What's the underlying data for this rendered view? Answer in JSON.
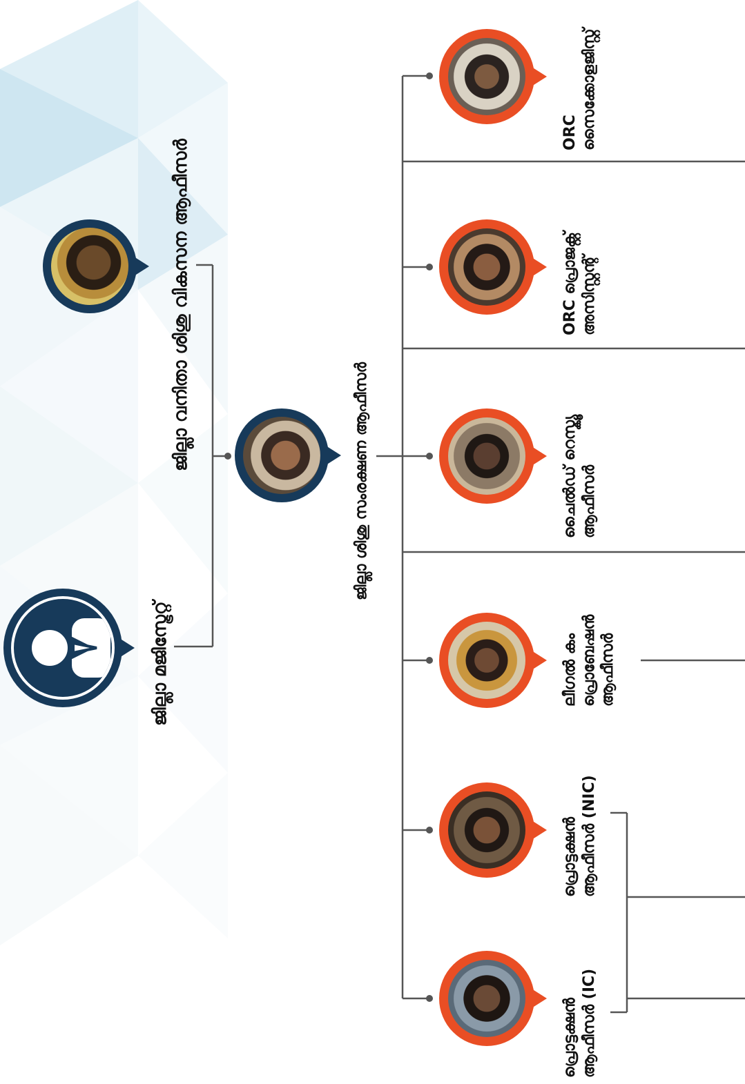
{
  "colors": {
    "navy": "#173a5a",
    "orange": "#e94e24",
    "line": "#555555"
  },
  "top": {
    "magistrate": {
      "label": "ജില്ലാ മജിസ്ട്രേറ്റ്",
      "icon": "officer-icon"
    },
    "women_child_officer": {
      "label": "ജില്ലാ വനിതാ ശിശു വികസന ആഫീസർ"
    },
    "child_protection_officer": {
      "label": "ജില്ലാ ശിശു സംരക്ഷണ ആഫീസർ"
    }
  },
  "staff": [
    {
      "line1": "പ്രൊട്ടക്ഷൻ",
      "line2": "ആഫീസർ (IC)",
      "line3": ""
    },
    {
      "line1": "പ്രൊട്ടക്ഷൻ",
      "line2": "ആഫീസർ (NIC)",
      "line3": ""
    },
    {
      "line1": "ലീഗൽ കം",
      "line2": "പ്രൊബേഷൻ",
      "line3": "ആഫീസർ"
    },
    {
      "line1": "ചൈൽഡ് റെസ്ക്യൂ",
      "line2": "ആഫീസർ",
      "line3": ""
    },
    {
      "line1": "ORC പ്രൊജക്റ്റ്",
      "line2": "അസിസ്റ്റന്റ്",
      "line3": ""
    },
    {
      "line1": "ORC",
      "line2": "സൈക്കോളജിസ്റ്റ്",
      "line3": ""
    }
  ]
}
